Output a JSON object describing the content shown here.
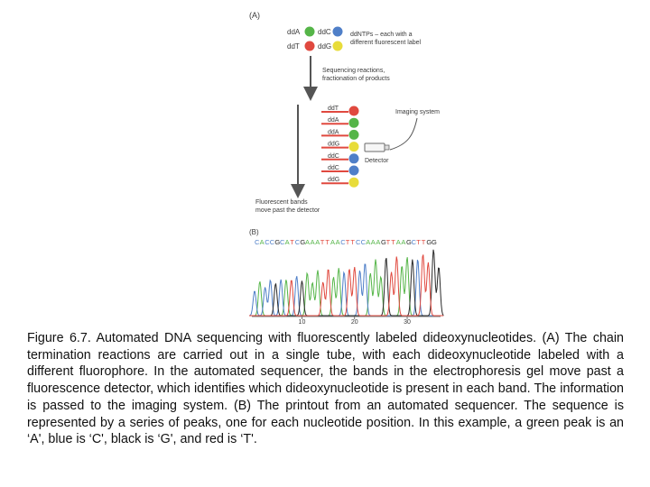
{
  "figure": {
    "panel_a_label": "(A)",
    "panel_b_label": "(B)",
    "legend": {
      "dda": "ddA",
      "ddc": "ddC",
      "ddt": "ddT",
      "ddg": "ddG",
      "note_line1": "ddNTPs – each with a",
      "note_line2": "different fluorescent label"
    },
    "reaction_label_line1": "Sequencing reactions,",
    "reaction_label_line2": "fractionation of products",
    "imaging_system": "Imaging system",
    "detector": "Detector",
    "bands": [
      "ddT",
      "ddA",
      "ddA",
      "ddG",
      "ddC",
      "ddC",
      "ddG"
    ],
    "bands_note_line1": "Fluorescent bands",
    "bands_note_line2": "move past the detector",
    "sequence": "CACCGCATCGAAATTAACTTCCAAAGTTAAGCTTGG",
    "axis_ticks": [
      "10",
      "20",
      "30"
    ]
  },
  "colors": {
    "A": "#55b548",
    "C": "#4f7fc8",
    "G": "#e8dc3a",
    "G_trace": "#2a2a2a",
    "T": "#e0493f",
    "arrow": "#555555"
  },
  "caption": "Figure 6.7. Automated DNA sequencing with fluorescently labeled dideoxynucleotides. (A) The chain termination reactions are carried out in a single tube, with each dideoxynucleotide labeled with a different fluorophore. In the automated sequencer, the bands in the electrophoresis gel move past a fluorescence detector, which identifies which dideoxynucleotide is present in each band. The information is passed to the imaging system. (B) The printout from an automated sequencer. The sequence is represented by a series of peaks, one for each nucleotide position. In this example, a green peak is an ‘A', blue is ‘C', black is ‘G', and red is ‘T'."
}
